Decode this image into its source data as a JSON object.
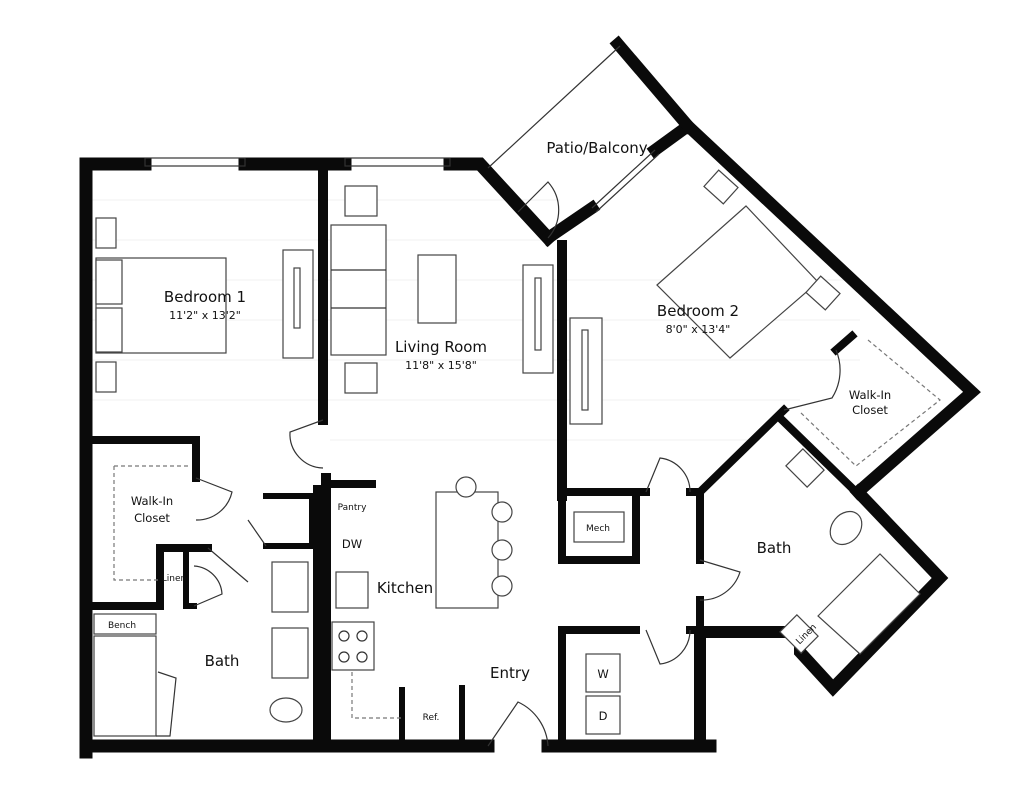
{
  "rooms": {
    "bedroom1": {
      "label": "Bedroom 1",
      "dims": "11'2\" x 13'2\""
    },
    "living": {
      "label": "Living Room",
      "dims": "11'8\" x 15'8\""
    },
    "bedroom2": {
      "label": "Bedroom 2",
      "dims": "8'0\" x 13'4\""
    },
    "patio": {
      "label": "Patio/Balcony"
    },
    "walkin1": {
      "line1": "Walk-In",
      "line2": "Closet"
    },
    "walkin2": {
      "line1": "Walk-In",
      "line2": "Closet"
    },
    "kitchen": {
      "label": "Kitchen"
    },
    "bath1": {
      "label": "Bath"
    },
    "bath2": {
      "label": "Bath"
    },
    "entry": {
      "label": "Entry"
    },
    "mech": {
      "label": "Mech"
    },
    "pantry": {
      "label": "Pantry"
    },
    "dw": {
      "label": "DW"
    },
    "ref": {
      "label": "Ref."
    },
    "linen1": {
      "label": "Linen"
    },
    "linen2": {
      "label": "Linen"
    },
    "bench": {
      "label": "Bench"
    },
    "washer": {
      "label": "W"
    },
    "dryer": {
      "label": "D"
    }
  },
  "colors": {
    "wall": "#0a0a0a",
    "background": "#ffffff"
  }
}
